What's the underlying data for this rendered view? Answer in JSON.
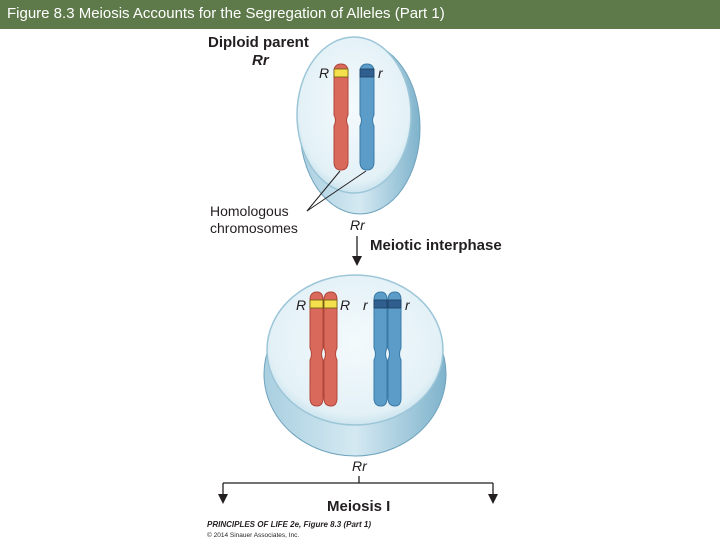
{
  "title": "Figure 8.3 Meiosis Accounts for the Segregation of Alleles (Part 1)",
  "diagram": {
    "parent_heading": "Diploid parent",
    "parent_genotype": "Rr",
    "allele_dominant": "R",
    "allele_recessive": "r",
    "homologous_label_line1": "Homologous",
    "homologous_label_line2": "chromosomes",
    "genotype_after_cell1": "Rr",
    "step1_label": "Meiotic interphase",
    "genotype_after_cell2": "Rr",
    "step2_label": "Meiosis I"
  },
  "credit": {
    "line1": "PRINCIPLES OF LIFE 2e, Figure 8.3 (Part 1)",
    "line2": "© 2014 Sinauer Associates, Inc."
  },
  "colors": {
    "title_bar": "#5e7a4a",
    "cell_fill": "#c2dde8",
    "cell_body": "#8bbbd2",
    "cell_face": "#e8f3f8",
    "chromosome_red": "#d9695b",
    "chromosome_blue": "#5c9cc8",
    "allele_band_dominant": "#f4e04d",
    "allele_band_recessive": "#2f5f8f"
  }
}
